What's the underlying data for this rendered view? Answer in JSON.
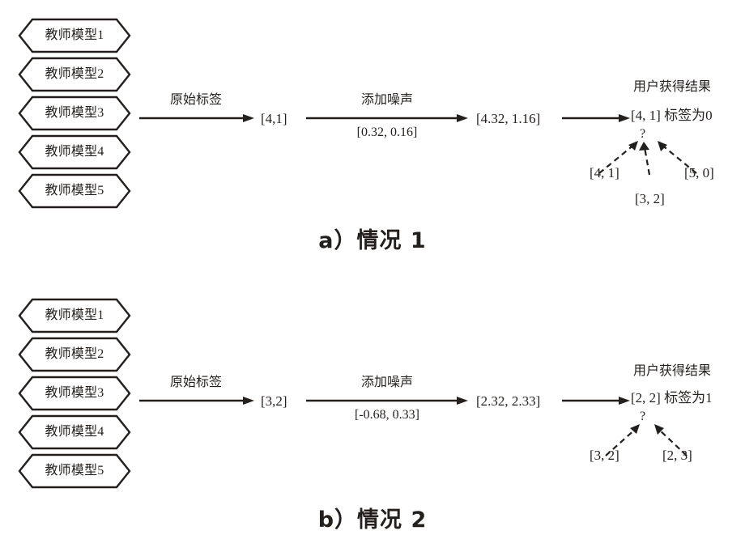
{
  "figure": {
    "stroke_color": "#231f1d",
    "background": "#ffffff"
  },
  "panels": [
    {
      "id": "a",
      "caption": "a）情况 1",
      "teacher_models": [
        {
          "label": "教师模型1"
        },
        {
          "label": "教师模型2"
        },
        {
          "label": "教师模型3"
        },
        {
          "label": "教师模型4"
        },
        {
          "label": "教师模型5"
        }
      ],
      "steps": [
        {
          "arrow_label_top": "原始标签",
          "arrow_label_bottom": ""
        },
        {
          "arrow_label_top": "添加噪声",
          "arrow_label_bottom": "[0.32, 0.16]"
        },
        {
          "arrow_label_top": "",
          "arrow_label_bottom": ""
        }
      ],
      "vectors": [
        {
          "value": "[4,1]"
        },
        {
          "value": "[4.32, 1.16]"
        }
      ],
      "result": {
        "title": "用户获得结果",
        "line": "[4, 1] 标签为0",
        "question_mark": "?",
        "candidates": [
          {
            "value": "[4, 1]"
          },
          {
            "value": "[3, 2]"
          },
          {
            "value": "[5, 0]"
          }
        ]
      }
    },
    {
      "id": "b",
      "caption": "b）情况 2",
      "teacher_models": [
        {
          "label": "教师模型1"
        },
        {
          "label": "教师模型2"
        },
        {
          "label": "教师模型3"
        },
        {
          "label": "教师模型4"
        },
        {
          "label": "教师模型5"
        }
      ],
      "steps": [
        {
          "arrow_label_top": "原始标签",
          "arrow_label_bottom": ""
        },
        {
          "arrow_label_top": "添加噪声",
          "arrow_label_bottom": "[-0.68, 0.33]"
        },
        {
          "arrow_label_top": "",
          "arrow_label_bottom": ""
        }
      ],
      "vectors": [
        {
          "value": "[3,2]"
        },
        {
          "value": "[2.32, 2.33]"
        }
      ],
      "result": {
        "title": "用户获得结果",
        "line": "[2, 2] 标签为1",
        "question_mark": "?",
        "candidates": [
          {
            "value": "[3, 2]"
          },
          {
            "value": "[2, 3]"
          }
        ]
      }
    }
  ]
}
